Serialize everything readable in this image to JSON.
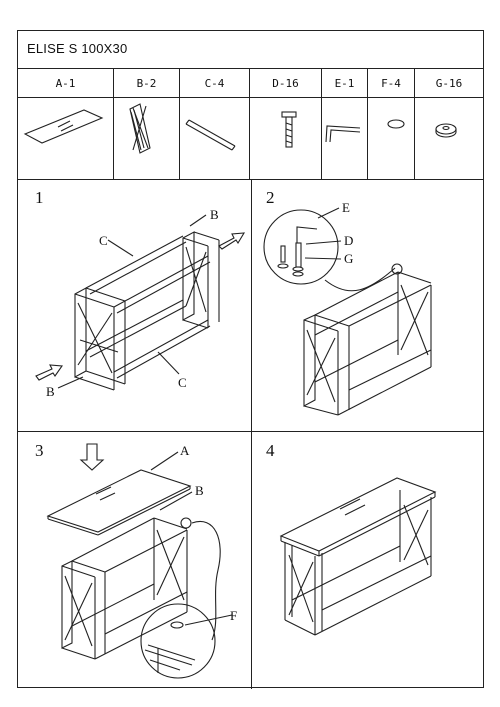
{
  "header": {
    "title": "ELISE S 100X30"
  },
  "parts": [
    {
      "code": "A-1",
      "icon": "glass-top-icon"
    },
    {
      "code": "B-2",
      "icon": "side-frame-icon"
    },
    {
      "code": "C-4",
      "icon": "crossbar-icon"
    },
    {
      "code": "D-16",
      "icon": "bolt-icon"
    },
    {
      "code": "E-1",
      "icon": "allen-key-icon"
    },
    {
      "code": "F-4",
      "icon": "pad-icon"
    },
    {
      "code": "G-16",
      "icon": "washer-icon"
    }
  ],
  "steps": [
    {
      "number": "1",
      "labels": [
        "B",
        "C",
        "C",
        "B"
      ]
    },
    {
      "number": "2",
      "labels": [
        "E",
        "D",
        "G"
      ]
    },
    {
      "number": "3",
      "labels": [
        "A",
        "B",
        "F"
      ]
    },
    {
      "number": "4"
    }
  ]
}
